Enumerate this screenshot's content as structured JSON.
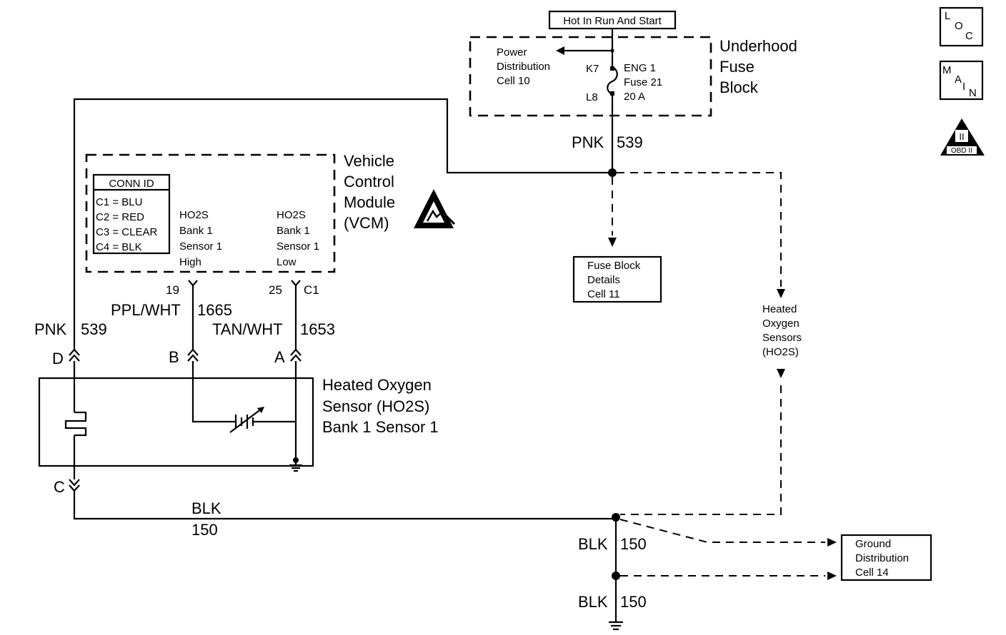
{
  "hot_label": "Hot In Run And Start",
  "underhood": {
    "lines": [
      "Underhood",
      "Fuse",
      "Block"
    ]
  },
  "power_dist": {
    "lines": [
      "Power",
      "Distribution",
      "Cell 10"
    ]
  },
  "fuse": {
    "k7": "K7",
    "l8": "L8",
    "lines": [
      "ENG 1",
      "Fuse 21",
      "20 A"
    ]
  },
  "wire_pnk_top": {
    "color": "PNK",
    "circuit": "539"
  },
  "vcm": {
    "lines": [
      "Vehicle",
      "Control",
      "Module",
      "(VCM)"
    ]
  },
  "conn_id": {
    "title": "CONN ID",
    "rows": [
      "C1 = BLU",
      "C2 = RED",
      "C3 = CLEAR",
      "C4 = BLK"
    ]
  },
  "ho2s_high": {
    "lines": [
      "HO2S",
      "Bank 1",
      "Sensor 1",
      "High"
    ]
  },
  "ho2s_low": {
    "lines": [
      "HO2S",
      "Bank 1",
      "Sensor 1",
      "Low"
    ]
  },
  "pins": {
    "p19": "19",
    "p25": "25",
    "c1": "C1"
  },
  "wire_ppl": {
    "color": "PPL/WHT",
    "circuit": "1665"
  },
  "wire_tan": {
    "color": "TAN/WHT",
    "circuit": "1653"
  },
  "wire_pnk_left": {
    "color": "PNK",
    "circuit": "539"
  },
  "terminals": {
    "d": "D",
    "b": "B",
    "a": "A",
    "c": "C"
  },
  "sensor": {
    "lines": [
      "Heated Oxygen",
      "Sensor (HO2S)",
      "Bank 1 Sensor 1"
    ]
  },
  "wire_blk_bottom": {
    "color": "BLK",
    "circuit": "150"
  },
  "wire_blk_mid": {
    "color": "BLK",
    "circuit": "150"
  },
  "wire_blk_low": {
    "color": "BLK",
    "circuit": "150"
  },
  "fuse_details": {
    "lines": [
      "Fuse Block",
      "Details",
      "Cell 11"
    ]
  },
  "ho2s_ref": {
    "lines": [
      "Heated",
      "Oxygen",
      "Sensors",
      "(HO2S)"
    ]
  },
  "ground_dist": {
    "lines": [
      "Ground",
      "Distribution",
      "Cell 14"
    ]
  },
  "icons": {
    "loc": [
      "L",
      "O",
      "C"
    ],
    "main": [
      "M",
      "A",
      "I",
      "N"
    ],
    "obd": {
      "roman": "II",
      "label": "OBD II"
    }
  }
}
